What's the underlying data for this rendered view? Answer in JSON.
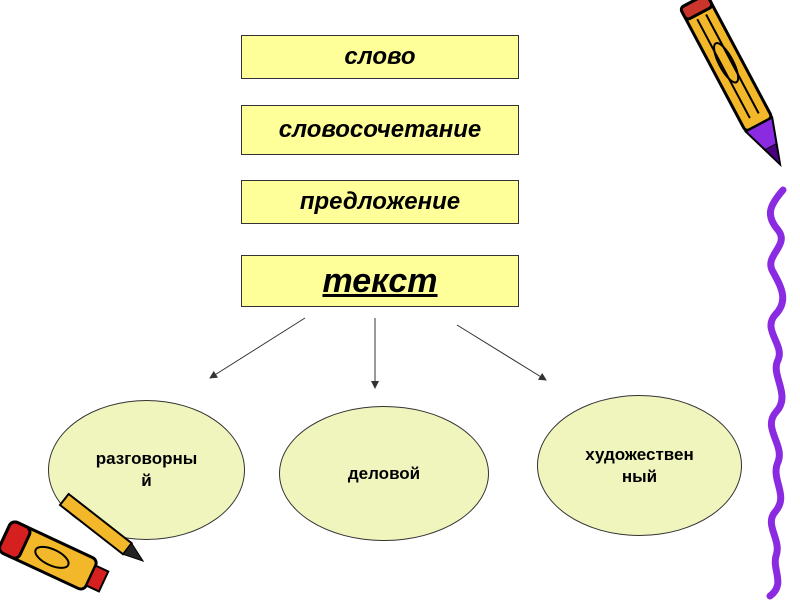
{
  "hierarchy": {
    "items": [
      {
        "label": "слово"
      },
      {
        "label": "словосочетание"
      },
      {
        "label": "предложение"
      },
      {
        "label": "текст"
      }
    ]
  },
  "styles": {
    "items": [
      {
        "line1": "разговорны",
        "line2": "й"
      },
      {
        "line1": "деловой",
        "line2": ""
      },
      {
        "line1": "художествен",
        "line2": "ный"
      }
    ]
  },
  "colors": {
    "box_fill": "#ffff99",
    "ellipse_fill": "#f0f5be",
    "pencil_body": "#f2b82a",
    "pencil_accent": "#8a2be2",
    "crayon_red": "#d61f1f",
    "squiggle": "#8a2be2"
  },
  "decorations": {
    "icons": [
      "pencil-icon",
      "crayon-pencil-icon",
      "squiggle-line-icon"
    ]
  }
}
